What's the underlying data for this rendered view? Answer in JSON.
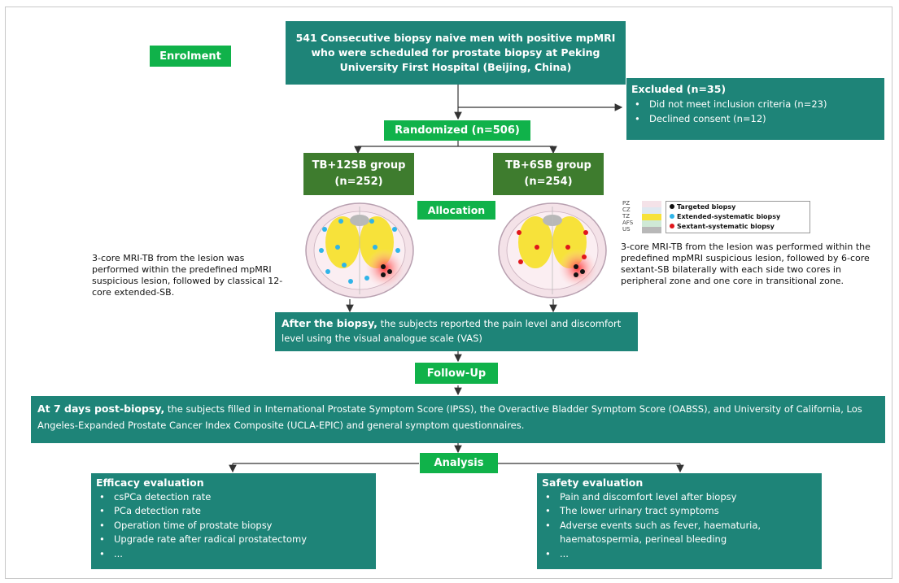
{
  "top_box": {
    "text": "541 Consecutive biopsy naive men with positive mpMRI who were scheduled for prostate biopsy at Peking University First Hospital (Beijing, China)"
  },
  "labels": {
    "enrolment": "Enrolment",
    "randomized": "Randomized (n=506)",
    "allocation": "Allocation",
    "follow_up": "Follow-Up",
    "analysis": "Analysis"
  },
  "excluded": {
    "title": "Excluded (n=35)",
    "items": [
      "Did not meet inclusion criteria (n=23)",
      "Declined consent (n=12)"
    ]
  },
  "groups": {
    "left": {
      "name": "TB+12SB group",
      "n": "(n=252)"
    },
    "right": {
      "name": "TB+6SB group",
      "n": "(n=254)"
    }
  },
  "zone_labels": [
    "PZ",
    "CZ",
    "TZ",
    "AFS",
    "US"
  ],
  "legend": [
    "Targeted biopsy",
    "Extended-systematic biopsy",
    "Sextant-systematic biopsy"
  ],
  "colors": {
    "targeted": "#111111",
    "extended": "#2fb4e8",
    "sextant": "#e0161b",
    "teal": "#1e8478",
    "green": "#10b24a",
    "olive": "#3e7c2e"
  },
  "left_desc": "3-core  MRI-TB from the lesion was performed within the predefined mpMRI suspicious lesion, followed by classical 12-core extended-SB.",
  "right_desc": "3-core MRI-TB from the lesion was performed within  the predefined mpMRI suspicious lesion, followed by 6-core sextant-SB bilaterally with each side two cores in peripheral zone and one core in transitional zone.",
  "after_biopsy": {
    "bold": "After the biopsy,",
    "rest": " the subjects reported the pain level and discomfort level using the visual analogue scale (VAS)"
  },
  "seven_days": {
    "bold": "At 7 days post-biopsy,",
    "rest": " the subjects filled in International Prostate Symptom Score (IPSS), the Overactive Bladder Symptom Score (OABSS), and University of California, Los Angeles-Expanded Prostate Cancer Index Composite (UCLA-EPIC) and general symptom questionnaires."
  },
  "efficacy": {
    "title": "Efficacy evaluation",
    "items": [
      "csPCa detection rate",
      "PCa detection rate",
      "Operation time of prostate biopsy",
      "Upgrade rate after radical prostatectomy",
      "..."
    ]
  },
  "safety": {
    "title": "Safety evaluation",
    "items": [
      "Pain and discomfort level after biopsy",
      "The lower urinary tract symptoms",
      "Adverse events such as fever, haematuria, haematospermia, perineal bleeding",
      "..."
    ]
  }
}
